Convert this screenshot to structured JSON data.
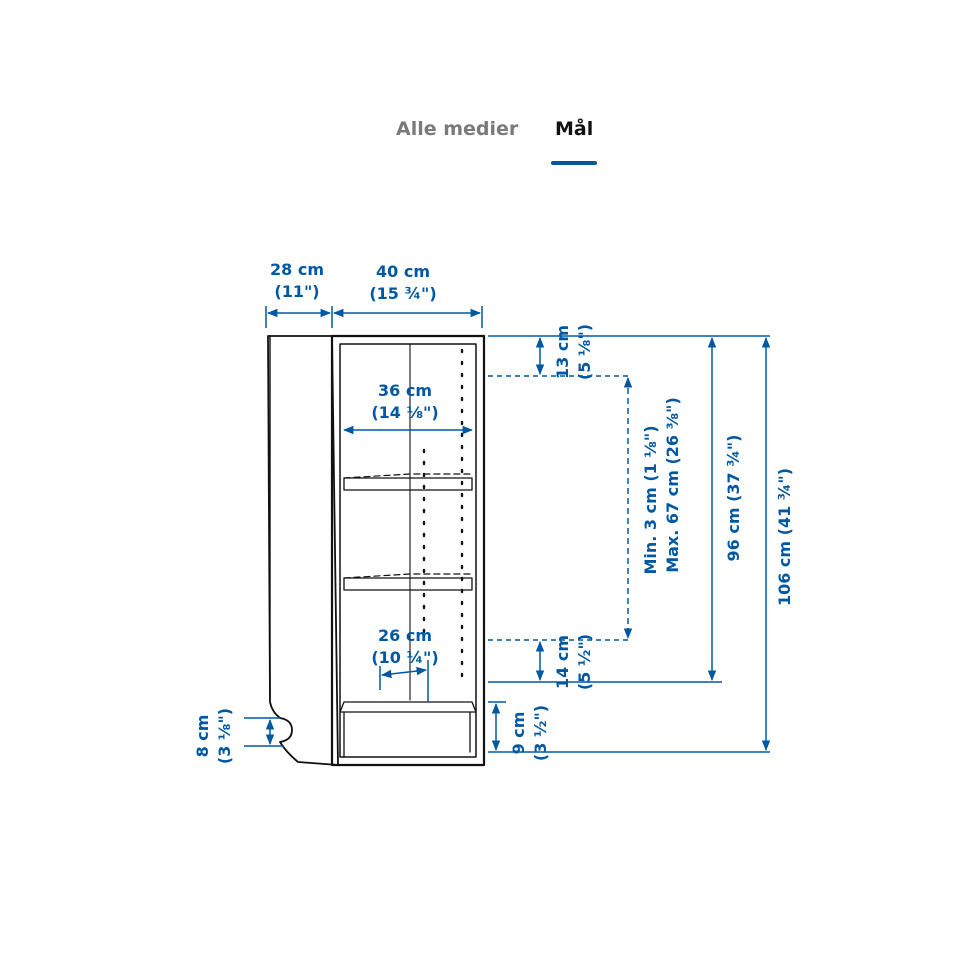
{
  "tabs": {
    "all_media": "Alle medier",
    "dimensions": "Mål"
  },
  "colors": {
    "accent": "#0058a3",
    "dimension_text": "#0058a3",
    "line": "#111111",
    "inactive_tab": "#7a7a7a"
  },
  "diagram": {
    "depth": {
      "cm": "28 cm",
      "in": "(11\")"
    },
    "width": {
      "cm": "40 cm",
      "in": "(15 ¾\")"
    },
    "inner_width": {
      "cm": "36 cm",
      "in": "(14 ⅛\")"
    },
    "shelf_depth": {
      "cm": "26 cm",
      "in": "(10 ¼\")"
    },
    "top_gap": {
      "cm": "13 cm",
      "in": "(5 ⅛\")"
    },
    "shelf_spacing": {
      "min": "Min. 3 cm (1 ⅛\")",
      "max": "Max. 67 cm (26 ⅜\")"
    },
    "inner_height": {
      "label": "96 cm (37 ¾\")"
    },
    "total_height": {
      "label": "106 cm (41 ¾\")"
    },
    "bottom_gap": {
      "cm": "14 cm",
      "in": "(5 ½\")"
    },
    "plinth": {
      "cm": "9 cm",
      "in": "(3 ½\")"
    },
    "side_cutout": {
      "cm": "8 cm",
      "in": "(3 ⅛\")"
    }
  }
}
